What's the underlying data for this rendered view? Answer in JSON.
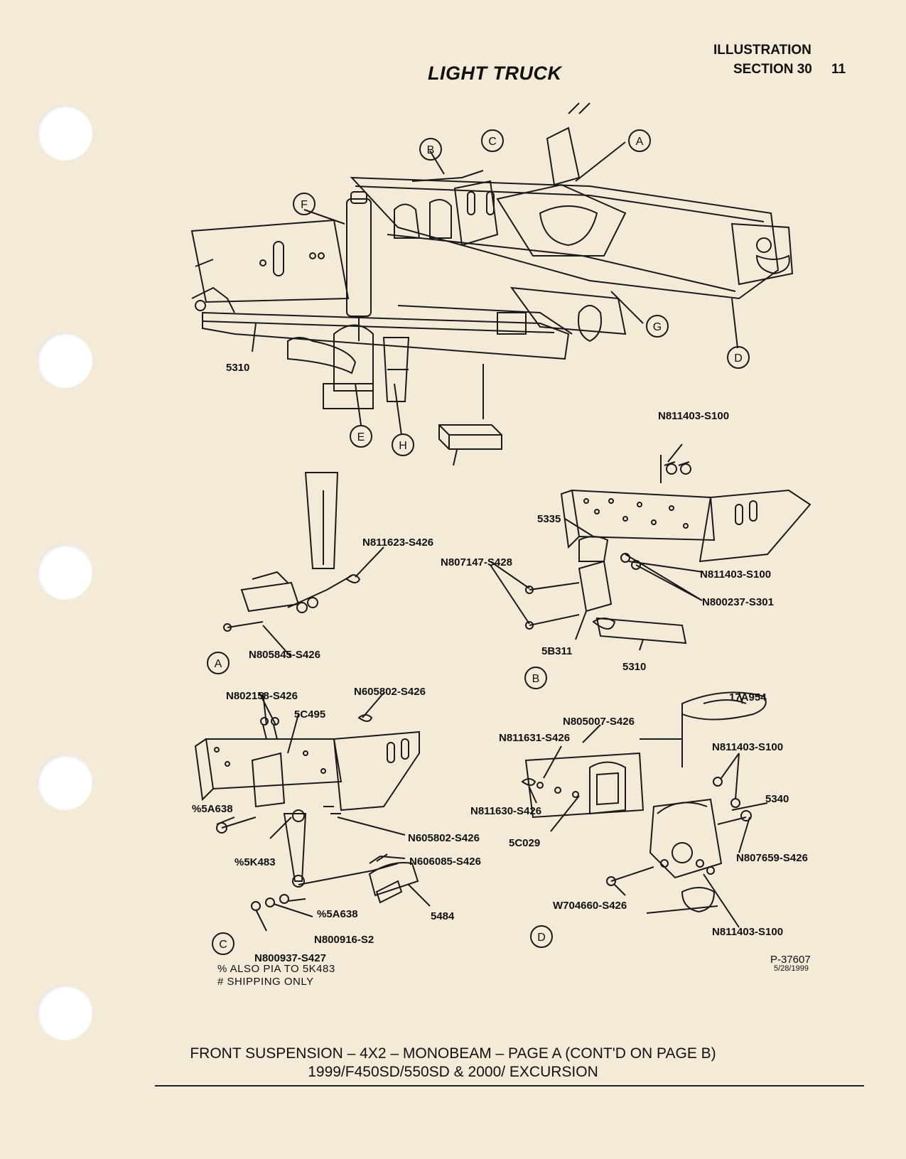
{
  "header": {
    "label": "ILLUSTRATION",
    "section": "SECTION 30",
    "page_number": "11"
  },
  "title": "LIGHT TRUCK",
  "callouts": {
    "A": "A",
    "B": "B",
    "C": "C",
    "D": "D",
    "E": "E",
    "F": "F",
    "G": "G",
    "H": "H"
  },
  "main_labels": {
    "spring": "5310"
  },
  "detail_a": {
    "n811623": "N811623-S426",
    "n805845": "N805845-S426"
  },
  "detail_b": {
    "n811403_top": "N811403-S100",
    "p5335": "5335",
    "n807147": "N807147-S428",
    "n811403_mid": "N811403-S100",
    "n800237": "N800237-S301",
    "p5b311": "5B311",
    "p5310": "5310"
  },
  "detail_c": {
    "n802158": "N802158-S426",
    "n605802_top": "N605802-S426",
    "p5c495": "5C495",
    "p5a638_top": "%5A638",
    "p5k483": "%5K483",
    "n605802_bot": "N605802-S426",
    "n606085": "N606085-S426",
    "p5a638_bot": "%5A638",
    "p5484": "5484",
    "n800916": "N800916-S2",
    "n800937": "N800937-S427"
  },
  "detail_d": {
    "p17a954": "17A954",
    "n805007": "N805007-S426",
    "n811631": "N811631-S426",
    "n811403_a": "N811403-S100",
    "p5340": "5340",
    "n811630": "N811630-S426",
    "p5c029": "5C029",
    "n807659": "N807659-S426",
    "w704660": "W704660-S426",
    "n811403_b": "N811403-S100"
  },
  "notes": {
    "also_pia": "%  ALSO PIA TO 5K483",
    "shipping": "#  SHIPPING ONLY"
  },
  "figure": {
    "number": "P-37607",
    "date": "5/28/1999"
  },
  "caption": {
    "line1": "FRONT SUSPENSION – 4X2 – MONOBEAM – PAGE A (CONT'D ON PAGE B)",
    "line2": "1999/F450SD/550SD & 2000/ EXCURSION"
  },
  "colors": {
    "paper": "#f3ead8",
    "ink": "#111111"
  }
}
